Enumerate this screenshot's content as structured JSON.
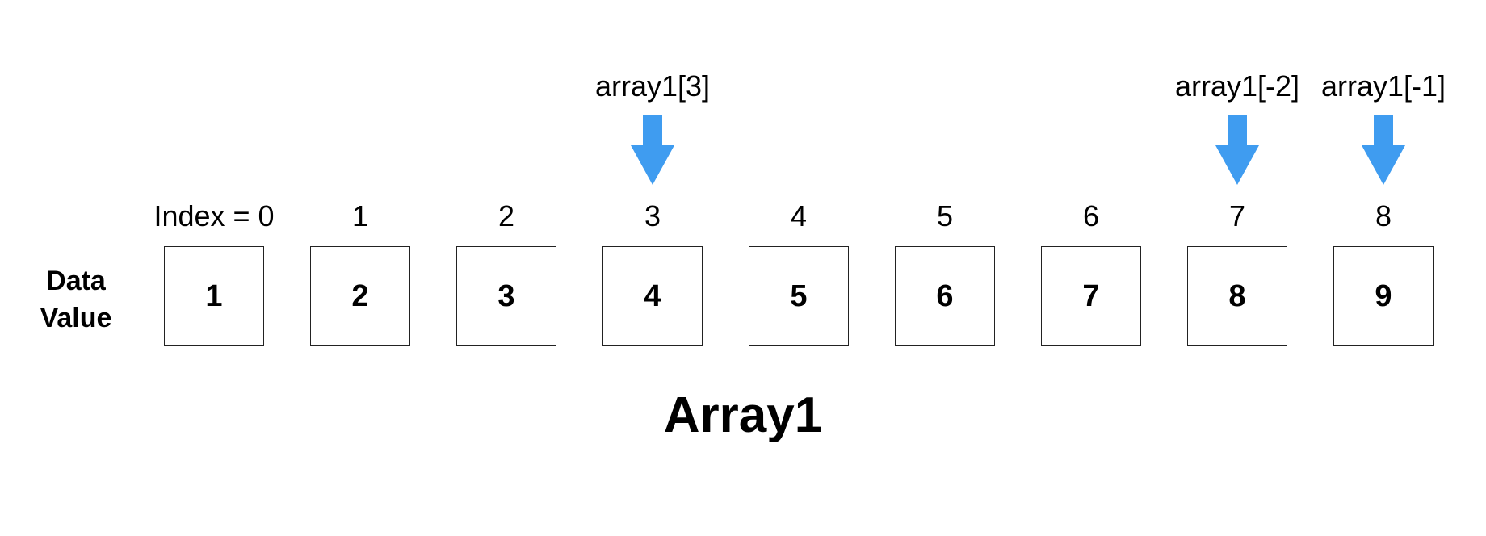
{
  "row_label": "Data\nValue",
  "indices": [
    "Index = 0",
    "1",
    "2",
    "3",
    "4",
    "5",
    "6",
    "7",
    "8"
  ],
  "values": [
    "1",
    "2",
    "3",
    "4",
    "5",
    "6",
    "7",
    "8",
    "9"
  ],
  "pointers": [
    {
      "label": "array1[3]",
      "target_index": 3
    },
    {
      "label": "array1[-2]",
      "target_index": 7
    },
    {
      "label": "array1[-1]",
      "target_index": 8
    }
  ],
  "title": "Array1",
  "colors": {
    "arrow": "#3f9cf0",
    "box_border": "#222222",
    "text": "#000000"
  }
}
